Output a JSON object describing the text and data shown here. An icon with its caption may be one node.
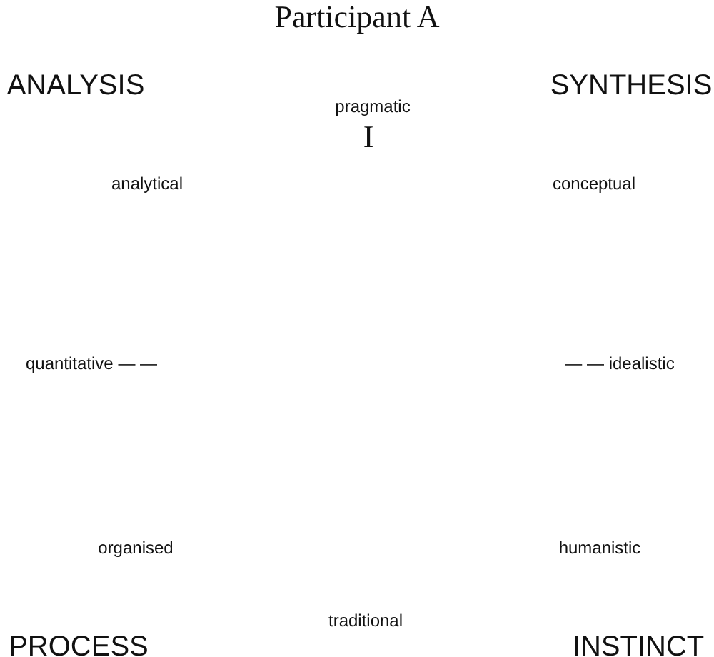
{
  "diagram": {
    "title": "Participant A",
    "labels": [
      "ANALYSIS",
      "SYNTHESIS",
      "pragmatic",
      "I",
      "analytical",
      "conceptual",
      "quantitative — —",
      "— — idealistic",
      "organised",
      "humanistic",
      "traditional",
      "PROCESS",
      "INSTINCT"
    ]
  }
}
